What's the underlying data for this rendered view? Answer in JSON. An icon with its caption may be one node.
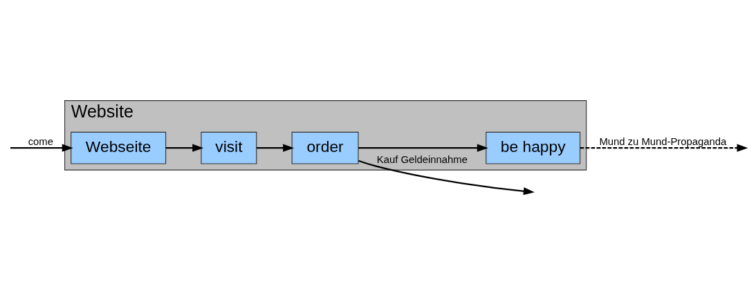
{
  "diagram": {
    "nodes": [
      {
        "text": [
          "Website"
        ]
      },
      {
        "text": [
          "Webseite"
        ],
        "in": 0
      },
      {
        "text": [
          "visit"
        ],
        "in": 0
      },
      {
        "text": [
          "order"
        ],
        "in": 0
      },
      {
        "text": [
          "be happy"
        ],
        "in": 0
      }
    ],
    "edges": [
      {
        "from": null,
        "to": 1,
        "arrow": "to",
        "label": "come"
      },
      {
        "from": 1,
        "to": 2,
        "arrow": "to"
      },
      {
        "from": 2,
        "to": 3,
        "arrow": "to"
      },
      {
        "from": 3,
        "to": 4,
        "arrow": "to"
      },
      {
        "from": 3,
        "to": null,
        "arrow": "to",
        "label": "Kauf Geldeinnahme"
      },
      {
        "from": 4,
        "to": null,
        "arrow": "to",
        "label": "Mund zu Mund-Propaganda",
        "style": "dashed"
      }
    ]
  }
}
